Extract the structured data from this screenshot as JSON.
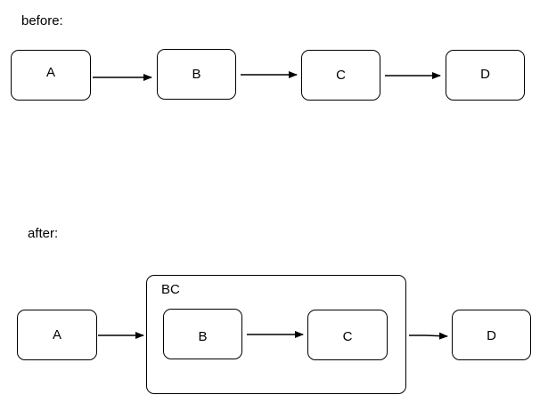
{
  "before": {
    "label": "before:",
    "nodes": {
      "a": "A",
      "b": "B",
      "c": "C",
      "d": "D"
    }
  },
  "after": {
    "label": "after:",
    "group_label": "BC",
    "nodes": {
      "a": "A",
      "b": "B",
      "c": "C",
      "d": "D"
    }
  },
  "colors": {
    "stroke": "#000000",
    "background": "#ffffff"
  }
}
